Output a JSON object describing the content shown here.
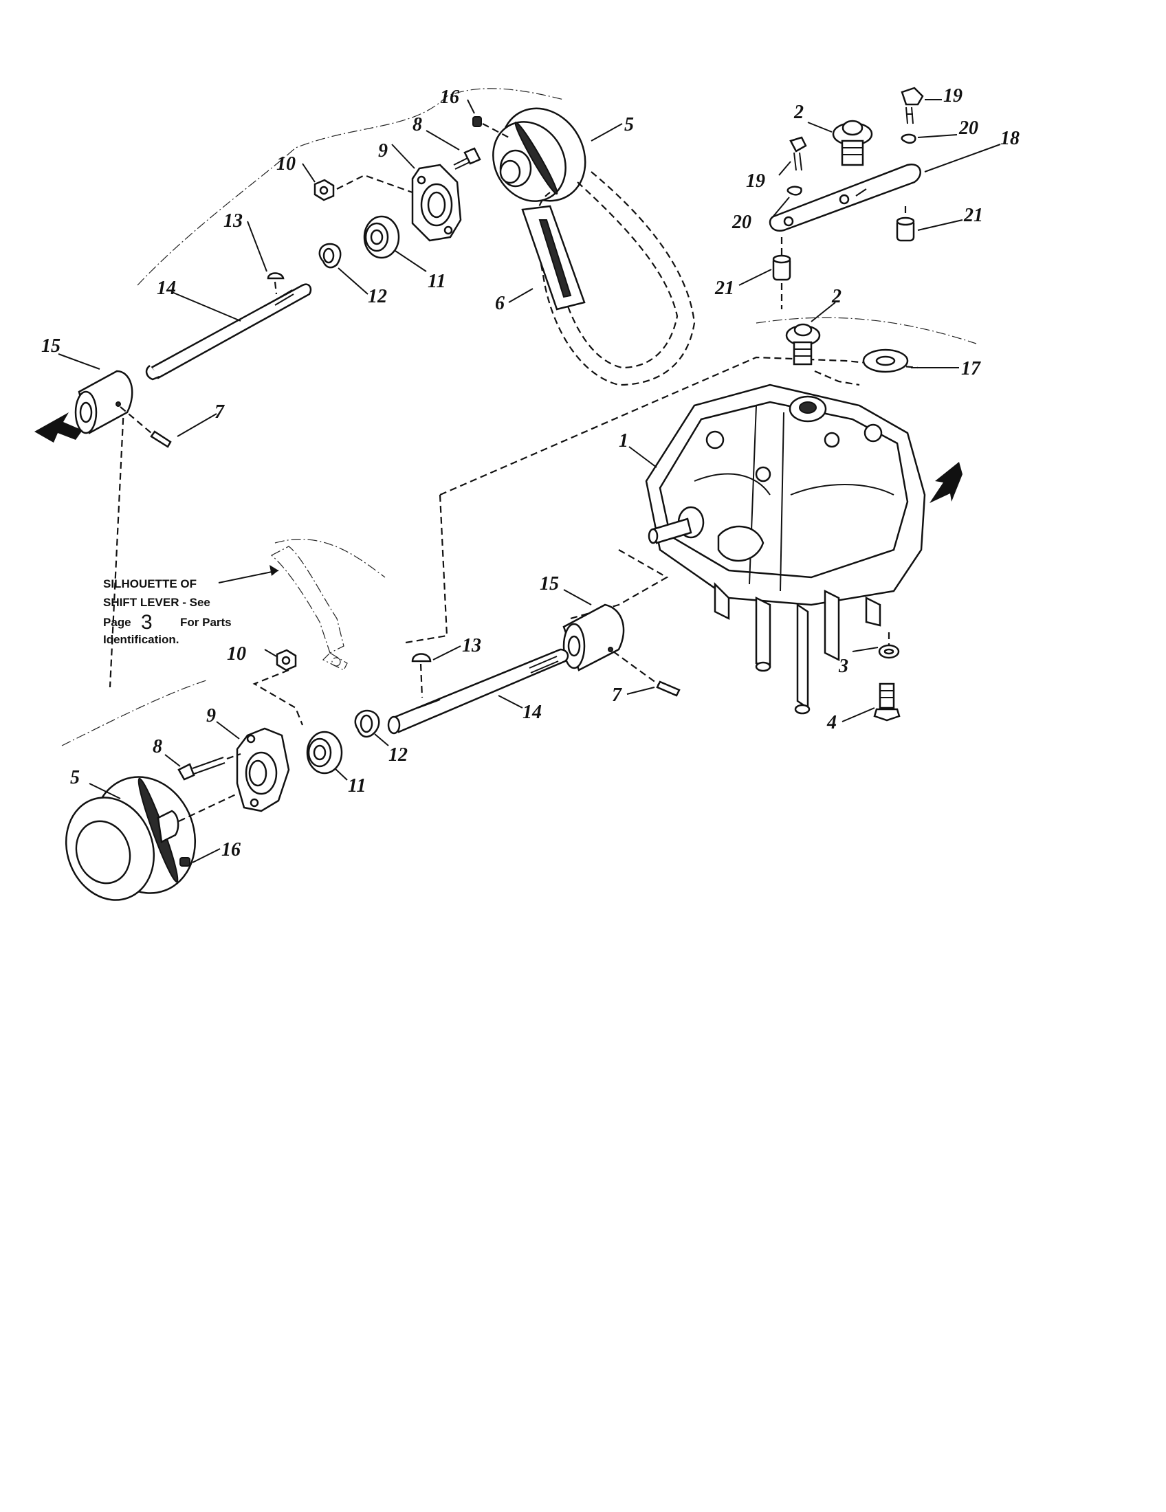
{
  "callouts": {
    "c1": "1",
    "c2a": "2",
    "c2b": "2",
    "c3": "3",
    "c4": "4",
    "c5a": "5",
    "c5b": "5",
    "c6": "6",
    "c7a": "7",
    "c7b": "7",
    "c8a": "8",
    "c8b": "8",
    "c9a": "9",
    "c9b": "9",
    "c10a": "10",
    "c10b": "10",
    "c11a": "11",
    "c11b": "11",
    "c12a": "12",
    "c12b": "12",
    "c13a": "13",
    "c13b": "13",
    "c14a": "14",
    "c14b": "14",
    "c15a": "15",
    "c15b": "15",
    "c16a": "16",
    "c16b": "16",
    "c17": "17",
    "c18": "18",
    "c19a": "19",
    "c19b": "19",
    "c20a": "20",
    "c20b": "20",
    "c21a": "21",
    "c21b": "21"
  },
  "note": {
    "line1": "SILHOUETTE OF",
    "line2": "SHIFT LEVER - See",
    "line3a": "Page",
    "page_number": "3",
    "line3b": "For Parts",
    "line4": "Identification."
  }
}
